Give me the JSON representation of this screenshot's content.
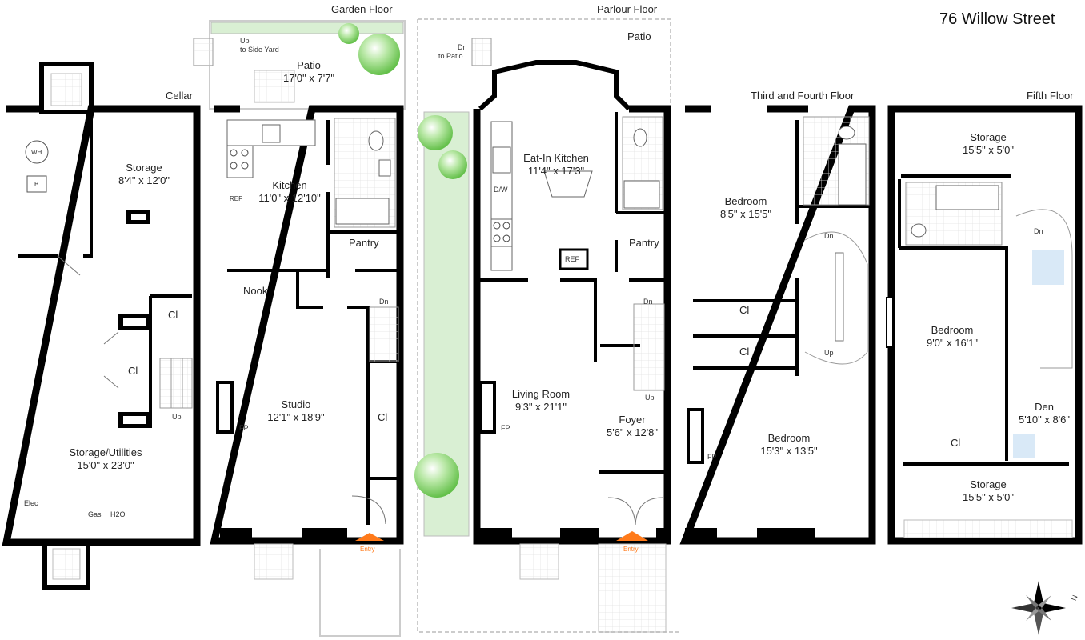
{
  "address": "76 Willow Street",
  "floor_titles": {
    "cellar": "Cellar",
    "garden": "Garden Floor",
    "parlour": "Parlour Floor",
    "third_fourth": "Third and Fourth Floor",
    "fifth": "Fifth Floor"
  },
  "cellar": {
    "storage": {
      "name": "Storage",
      "dim": "8'4\" x 12'0\""
    },
    "storage_utilities": {
      "name": "Storage/Utilities",
      "dim": "15'0\" x 23'0\""
    },
    "closet": "Cl",
    "closet2": "Cl",
    "wh": "WH",
    "b": "B",
    "up": "Up",
    "elec": "Elec",
    "gas": "Gas",
    "h2o": "H2O"
  },
  "garden": {
    "patio": {
      "name": "Patio",
      "dim": "17'0\" x 7'7\""
    },
    "up_side": "Up",
    "to_side_yard": "to Side Yard",
    "kitchen": {
      "name": "Kitchen",
      "dim": "11'0\" x 12'10\""
    },
    "ref": "REF",
    "pantry": "Pantry",
    "nook": "Nook",
    "dn": "Dn",
    "studio": {
      "name": "Studio",
      "dim": "12'1\" x 18'9\""
    },
    "fp": "FP",
    "closet": "Cl",
    "entry": "Entry"
  },
  "parlour": {
    "patio": "Patio",
    "dn_patio": "Dn",
    "to_patio": "to Patio",
    "eat_in_kitchen": {
      "name": "Eat-In Kitchen",
      "dim": "11'4\" x 17'3\""
    },
    "dw": "D/W",
    "ref": "REF",
    "pantry": "Pantry",
    "dn": "Dn",
    "living_room": {
      "name": "Living Room",
      "dim": "9'3\" x 21'1\""
    },
    "fp": "FP",
    "foyer": {
      "name": "Foyer",
      "dim": "5'6\" x 12'8\""
    },
    "up": "Up",
    "entry": "Entry"
  },
  "third_fourth": {
    "bedroom1": {
      "name": "Bedroom",
      "dim": "8'5\" x 15'5\""
    },
    "closet1": "Cl",
    "closet2": "Cl",
    "dn": "Dn",
    "up": "Up",
    "bedroom2": {
      "name": "Bedroom",
      "dim": "15'3\" x 13'5\""
    },
    "fp": "FP"
  },
  "fifth": {
    "storage_top": {
      "name": "Storage",
      "dim": "15'5\" x 5'0\""
    },
    "dn": "Dn",
    "bedroom": {
      "name": "Bedroom",
      "dim": "9'0\" x 16'1\""
    },
    "den": {
      "name": "Den",
      "dim": "5'10\" x 8'6\""
    },
    "closet": "Cl",
    "storage_bottom": {
      "name": "Storage",
      "dim": "15'5\" x 5'0\""
    }
  },
  "compass_label": "N",
  "colors": {
    "wall": "#000000",
    "garden": "#d9efd3",
    "tree": "#8fd47a",
    "entry_arrow": "#ff7a1a",
    "glass": "#cfe3f5"
  }
}
